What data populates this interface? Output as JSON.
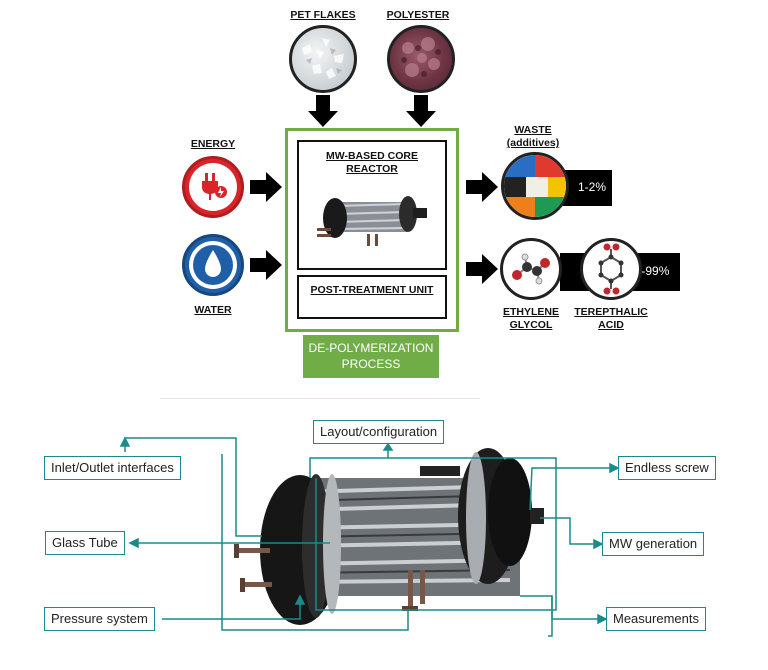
{
  "inputs": {
    "pet_flakes": "PET FLAKES",
    "polyester": "POLYESTER",
    "energy": "ENERGY",
    "water": "WATER"
  },
  "process": {
    "core_reactor": "MW-BASED CORE REACTOR",
    "post_treatment": "POST-TREATMENT UNIT",
    "name_line1": "DE-POLYMERIZATION",
    "name_line2": "PROCESS"
  },
  "outputs": {
    "waste_line1": "WASTE",
    "waste_line2": "(additives)",
    "waste_pct": "1-2%",
    "ethylene_glycol_line1": "ETHYLENE",
    "ethylene_glycol_line2": "GLYCOL",
    "terephthalic_line1": "TEREPTHALIC",
    "terephthalic_line2": "ACID",
    "product_pct": "98-99%"
  },
  "callouts": {
    "layout": "Layout/configuration",
    "inlet_outlet": "Inlet/Outlet interfaces",
    "glass_tube": "Glass Tube",
    "pressure": "Pressure system",
    "endless_screw": "Endless screw",
    "mw_generation": "MW generation",
    "measurements": "Measurements"
  },
  "colors": {
    "green": "#70ad47",
    "energy_red": "#d9252a",
    "water_blue": "#1f5fa8",
    "callout_teal": "#1b8a8a"
  },
  "icons": {
    "energy": "power-plug-icon",
    "water": "water-drop-icon"
  }
}
